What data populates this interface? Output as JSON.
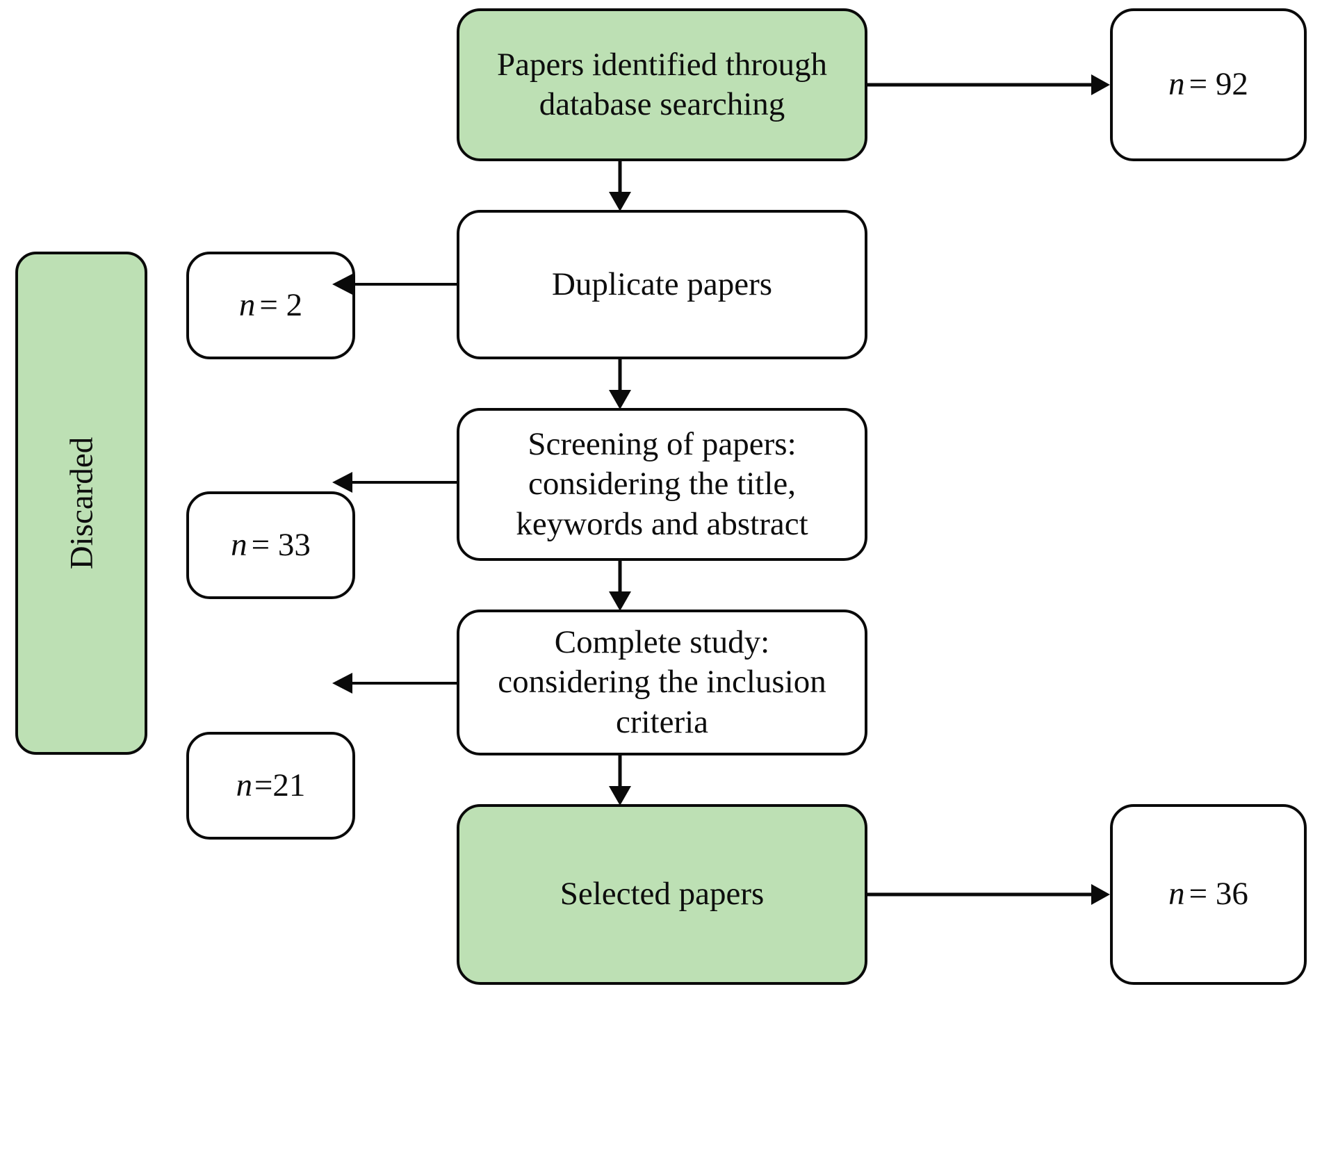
{
  "diagram": {
    "title": "PRISMA paper selection flow diagram",
    "colors": {
      "highlight_green": "#bde0b4",
      "stroke": "#0a0a0a",
      "box_fill": "#ffffff",
      "text": "#0d0d0d"
    },
    "side_label": {
      "text": "Discarded",
      "orientation": "vertical-bottom-to-top",
      "fill": "green"
    },
    "stages": [
      {
        "id": "identified",
        "label": "Papers identified through database searching",
        "line1": "Papers identified through",
        "line2": "database searching",
        "fill": "green",
        "count_label": "n = 92",
        "count_n": "n",
        "count_value": "= 92",
        "count_side": "right"
      },
      {
        "id": "duplicates",
        "label": "Duplicate papers",
        "line1": "Duplicate papers",
        "fill": "white",
        "count_label": "n = 2",
        "count_n": "n",
        "count_value": "= 2",
        "count_side": "left"
      },
      {
        "id": "screening",
        "label": "Screening of papers: considering the title, keywords and abstract",
        "line1": "Screening of papers:",
        "line2": "considering the title,",
        "line3": "keywords and abstract",
        "fill": "white",
        "count_label": "n = 33",
        "count_n": "n",
        "count_value": "= 33",
        "count_side": "left"
      },
      {
        "id": "complete-study",
        "label": "Complete study: considering the inclusion criteria",
        "line1": "Complete study:",
        "line2": "considering the inclusion",
        "line3": "criteria",
        "fill": "white",
        "count_label": "n =21",
        "count_n": "n",
        "count_value": "=21",
        "count_side": "left"
      },
      {
        "id": "selected",
        "label": "Selected papers",
        "line1": "Selected papers",
        "fill": "green",
        "count_label": "n = 36",
        "count_n": "n",
        "count_value": "= 36",
        "count_side": "right"
      }
    ],
    "connectors": [
      {
        "id": "identified-to-duplicates",
        "direction": "down"
      },
      {
        "id": "duplicates-to-screening",
        "direction": "down"
      },
      {
        "id": "screening-to-complete-study",
        "direction": "down"
      },
      {
        "id": "complete-study-to-selected",
        "direction": "down"
      },
      {
        "id": "identified-to-n92",
        "direction": "right"
      },
      {
        "id": "selected-to-n36",
        "direction": "right"
      },
      {
        "id": "duplicates-to-n2",
        "direction": "left"
      },
      {
        "id": "screening-to-n33",
        "direction": "left"
      },
      {
        "id": "complete-study-to-n21",
        "direction": "left"
      }
    ]
  }
}
